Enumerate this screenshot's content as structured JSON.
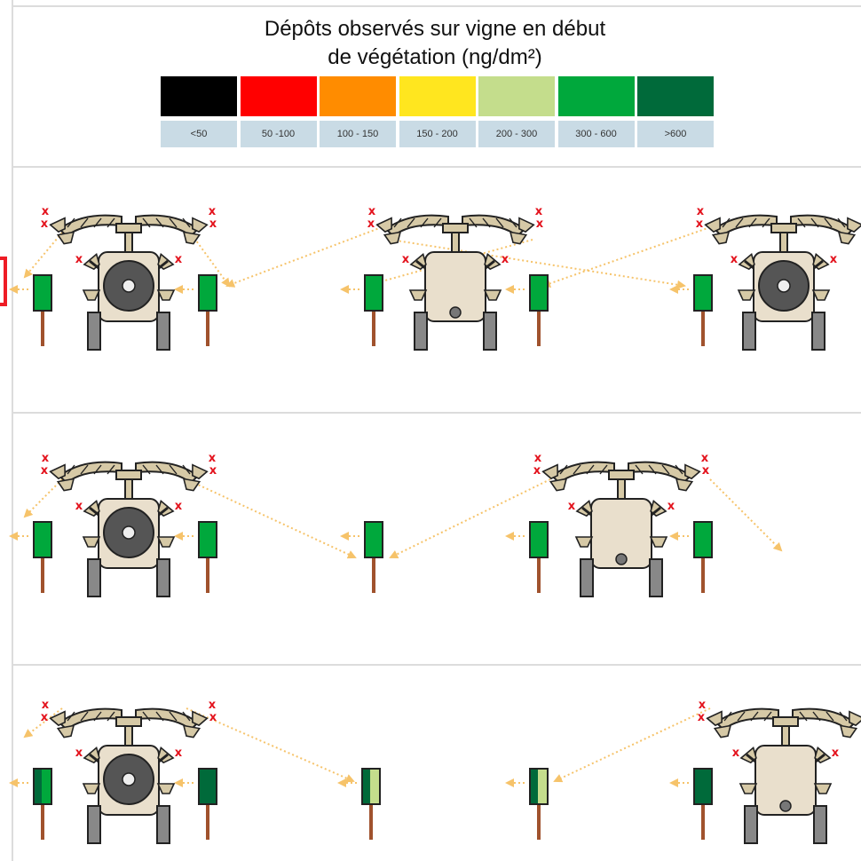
{
  "title_line1": "Dépôts observés sur vigne en début",
  "title_line2": "de végétation (ng/dm²)",
  "legend": [
    {
      "label": "<50",
      "color": "#000000"
    },
    {
      "label": "50 -100",
      "color": "#ff0000"
    },
    {
      "label": "100 - 150",
      "color": "#ff8c00"
    },
    {
      "label": "150 - 200",
      "color": "#ffe61f"
    },
    {
      "label": "200 - 300",
      "color": "#c4dd8c"
    },
    {
      "label": "300 - 600",
      "color": "#00a83c"
    },
    {
      "label": ">600",
      "color": "#006a3a"
    }
  ],
  "nozzle_off_mark": "x",
  "colors": {
    "sprayer_frame": "#d6c9a6",
    "sprayer_outline": "#222222",
    "arrow": "#f6c36a",
    "tyre": "#888888",
    "post": "#a0522d",
    "frame_line": "#dcdcdc"
  },
  "panels": [
    {
      "name": "panel-1",
      "sprayers": [
        {
          "type": "fan",
          "nozzles_off": 6
        },
        {
          "type": "tank",
          "nozzles_off": 6
        },
        {
          "type": "fan",
          "nozzles_off": 6
        }
      ],
      "vines": [
        {
          "canopy": "#00a83c"
        },
        {
          "canopy": "#00a83c"
        },
        {
          "canopy": "#00a83c"
        },
        {
          "canopy": "#00a83c"
        },
        {
          "canopy": "#00a83c"
        }
      ]
    },
    {
      "name": "panel-2",
      "sprayers": [
        {
          "type": "fan",
          "nozzles_off": 6
        },
        {
          "type": "tank",
          "nozzles_off": 6
        }
      ],
      "vines": [
        {
          "canopy": "#00a83c"
        },
        {
          "canopy": "#00a83c"
        },
        {
          "canopy": "#00a83c"
        },
        {
          "canopy": "#00a83c"
        },
        {
          "canopy": "#00a83c"
        }
      ]
    },
    {
      "name": "panel-3",
      "sprayers": [
        {
          "type": "fan",
          "nozzles_off": 6
        },
        {
          "type": "tank",
          "nozzles_off": 6
        }
      ],
      "vines": [
        {
          "canopy": "#00a83c",
          "left_shade": "#006a3a"
        },
        {
          "canopy": "#006a3a"
        },
        {
          "canopy": "#c4dd8c",
          "left_shade": "#006a3a"
        },
        {
          "canopy": "#c4dd8c",
          "left_shade": "#006a3a"
        },
        {
          "canopy": "#006a3a"
        }
      ]
    }
  ]
}
